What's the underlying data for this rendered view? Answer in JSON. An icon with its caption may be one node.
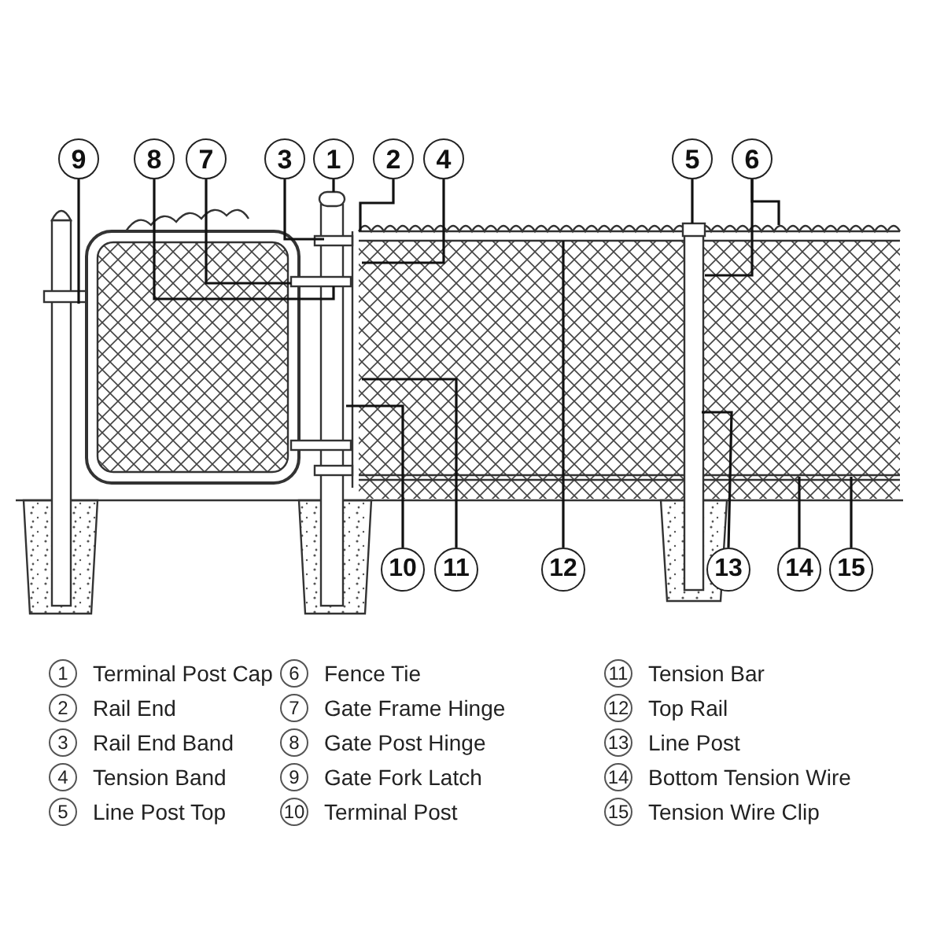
{
  "diagram": {
    "nodes": [
      {
        "text": [
          "9"
        ]
      },
      {
        "text": [
          "8"
        ]
      },
      {
        "text": [
          "7"
        ]
      },
      {
        "text": [
          "3"
        ]
      },
      {
        "text": [
          "1"
        ]
      },
      {
        "text": [
          "2"
        ]
      },
      {
        "text": [
          "4"
        ]
      },
      {
        "text": [
          "5"
        ]
      },
      {
        "text": [
          "6"
        ]
      },
      {
        "text": [
          "10"
        ]
      },
      {
        "text": [
          "11"
        ]
      },
      {
        "text": [
          "12"
        ]
      },
      {
        "text": [
          "13"
        ]
      },
      {
        "text": [
          "14"
        ]
      },
      {
        "text": [
          "15"
        ]
      },
      {
        "text": [
          "1"
        ],
        "beside": [
          "Terminal Post Cap"
        ]
      },
      {
        "text": [
          "2"
        ],
        "beside": [
          "Rail End"
        ]
      },
      {
        "text": [
          "3"
        ],
        "beside": [
          "Rail End Band"
        ]
      },
      {
        "text": [
          "4"
        ],
        "beside": [
          "Tension Band"
        ]
      },
      {
        "text": [
          "5"
        ],
        "beside": [
          "Line Post Top"
        ]
      },
      {
        "text": [
          "6"
        ],
        "beside": [
          "Fence Tie"
        ]
      },
      {
        "text": [
          "7"
        ],
        "beside": [
          "Gate Frame Hinge"
        ]
      },
      {
        "text": [
          "8"
        ],
        "beside": [
          "Gate Post Hinge"
        ]
      },
      {
        "text": [
          "9"
        ],
        "beside": [
          "Gate Fork Latch"
        ]
      },
      {
        "text": [
          "10"
        ],
        "beside": [
          "Terminal Post"
        ]
      },
      {
        "text": [
          "11"
        ],
        "beside": [
          "Tension Bar"
        ]
      },
      {
        "text": [
          "12"
        ],
        "beside": [
          "Top Rail"
        ]
      },
      {
        "text": [
          "13"
        ],
        "beside": [
          "Line Post"
        ]
      },
      {
        "text": [
          "14"
        ],
        "beside": [
          "Bottom Tension Wire"
        ]
      },
      {
        "text": [
          "15"
        ],
        "beside": [
          "Tension Wire Clip"
        ]
      }
    ],
    "edges": [
      {
        "from": 0,
        "to": null,
        "arrow": "none"
      },
      {
        "from": 1,
        "to": null,
        "arrow": "none"
      },
      {
        "from": 2,
        "to": null,
        "arrow": "none"
      },
      {
        "from": 3,
        "to": null,
        "arrow": "none"
      },
      {
        "from": 4,
        "to": null,
        "arrow": "none"
      },
      {
        "from": 5,
        "to": null,
        "arrow": "none"
      },
      {
        "from": 6,
        "to": null,
        "arrow": "none"
      },
      {
        "from": 7,
        "to": null,
        "arrow": "none"
      },
      {
        "from": 8,
        "to": null,
        "arrow": "none"
      },
      {
        "from": 8,
        "to": null,
        "arrow": "none"
      },
      {
        "from": 9,
        "to": null,
        "arrow": "none"
      },
      {
        "from": 10,
        "to": null,
        "arrow": "none"
      },
      {
        "from": 11,
        "to": null,
        "arrow": "none"
      },
      {
        "from": 12,
        "to": null,
        "arrow": "none"
      },
      {
        "from": 13,
        "to": null,
        "arrow": "none"
      },
      {
        "from": 14,
        "to": null,
        "arrow": "none"
      }
    ]
  }
}
